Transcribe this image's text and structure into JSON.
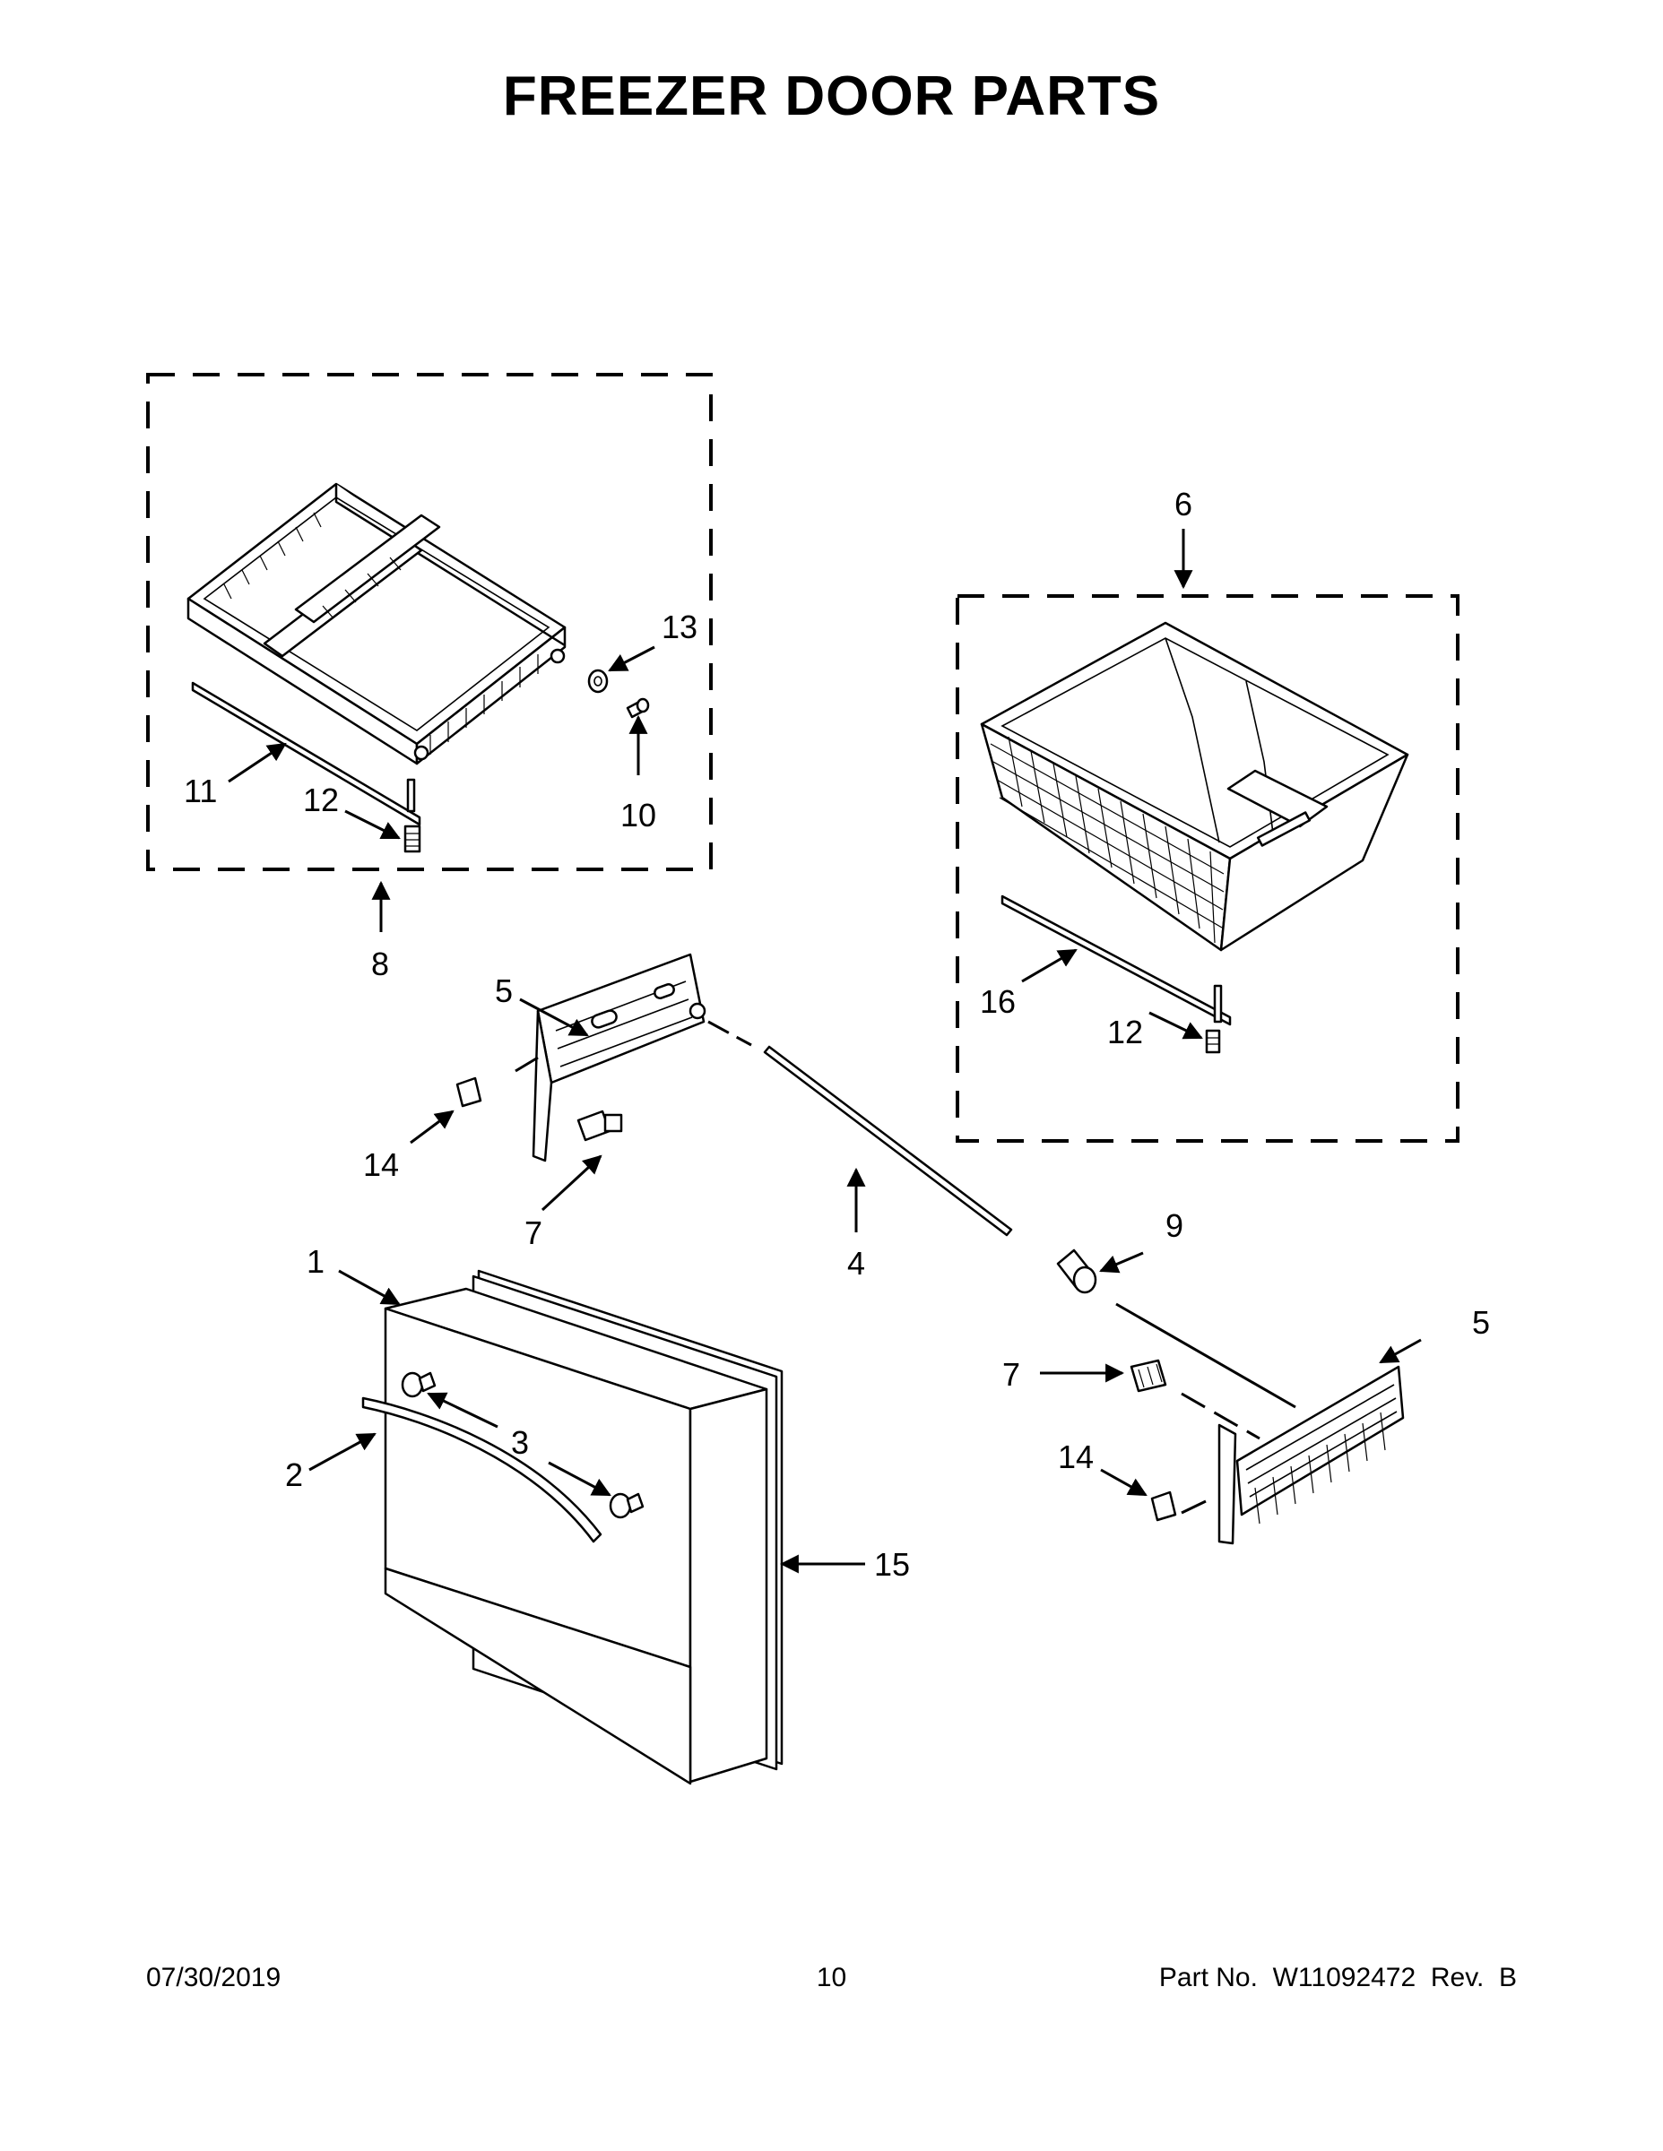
{
  "title": "FREEZER DOOR PARTS",
  "callouts": {
    "c1": "1",
    "c2": "2",
    "c3": "3",
    "c4": "4",
    "c5a": "5",
    "c5b": "5",
    "c6": "6",
    "c7a": "7",
    "c7b": "7",
    "c8": "8",
    "c9": "9",
    "c10": "10",
    "c11": "11",
    "c12a": "12",
    "c12b": "12",
    "c13": "13",
    "c14a": "14",
    "c14b": "14",
    "c15": "15",
    "c16": "16"
  },
  "footer": {
    "date": "07/30/2019",
    "page": "10",
    "part_no": "Part No.  W11092472  Rev.  B"
  }
}
